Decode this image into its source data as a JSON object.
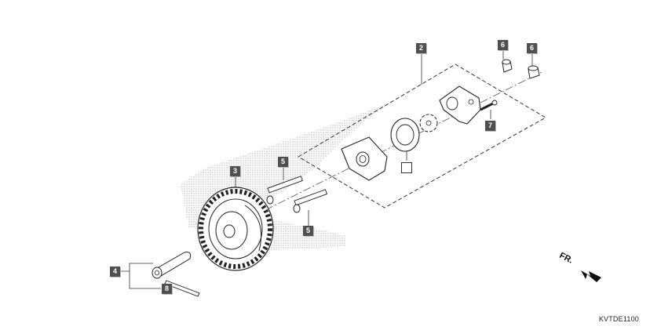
{
  "callouts": {
    "c2": "2",
    "c3": "3",
    "c4": "4",
    "c5a": "5",
    "c5b": "5",
    "c6a": "6",
    "c6b": "6",
    "c7": "7",
    "c8": "8"
  },
  "direction_label": "FR.",
  "diagram_code": "KVTDE1100",
  "colors": {
    "callout_fill": "#505050",
    "line": "#222222",
    "halftone": "#c8c8c8"
  }
}
